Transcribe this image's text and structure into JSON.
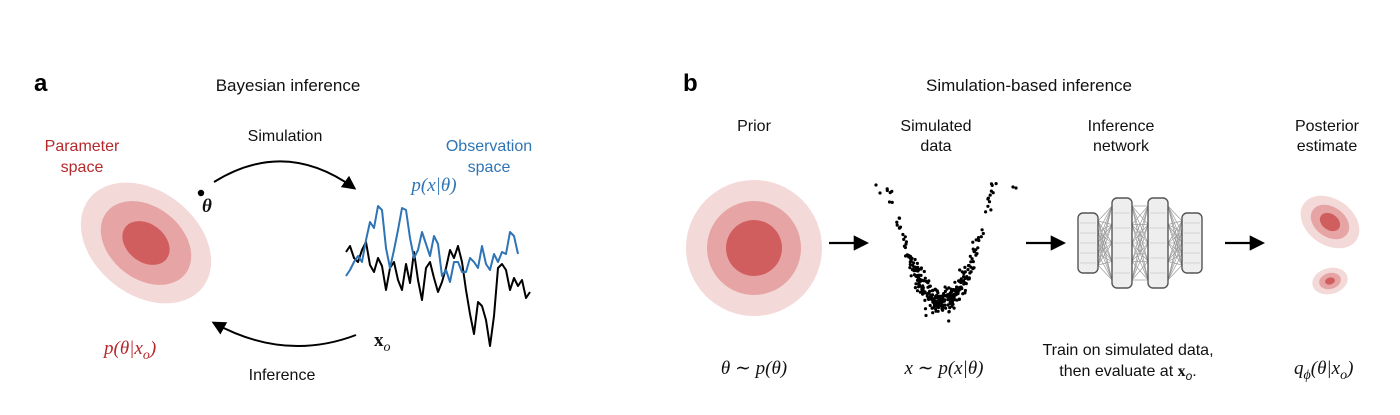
{
  "panel_a": {
    "letter": "a",
    "title": "Bayesian inference",
    "parameter_space_line1": "Parameter",
    "parameter_space_line2": "space",
    "observation_space_line1": "Observation",
    "observation_space_line2": "space",
    "simulation_label": "Simulation",
    "inference_label": "Inference",
    "theta_symbol": "θ",
    "likelihood_formula": "p(x|θ)",
    "posterior_formula": "p(θ|x",
    "posterior_sub": "o",
    "observation_symbol": "x",
    "observation_sub": "o"
  },
  "panel_b": {
    "letter": "b",
    "title": "Simulation-based inference",
    "prior_label": "Prior",
    "simulated_line1": "Simulated",
    "simulated_line2": "data",
    "network_line1": "Inference",
    "network_line2": "network",
    "posterior_line1": "Posterior",
    "posterior_line2": "estimate",
    "prior_formula": "θ ∼ p(θ)",
    "sim_formula": "x ∼ p(x|θ)",
    "train_line1": "Train on simulated data,",
    "train_line2_prefix": "then evaluate at ",
    "train_line2_symbol": "x",
    "train_line2_sub": "o",
    "train_line2_suffix": ".",
    "estimate_formula": "q",
    "estimate_sub": "ϕ",
    "estimate_rest": "(θ|x",
    "estimate_sub2": "o"
  },
  "colors": {
    "red_dark": "#d15e5e",
    "red_mid": "#e6a4a4",
    "red_light": "#f4d9d9",
    "label_red": "#b5282b",
    "label_blue": "#2f74b5",
    "network_fill": "#eeeeee",
    "network_stroke": "#555555"
  }
}
